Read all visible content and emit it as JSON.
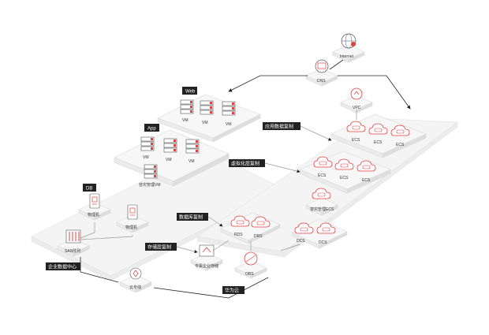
{
  "colors": {
    "accent": "#e2403d",
    "tag": "#222222",
    "slab": "#f4f4f4"
  },
  "internet": {
    "label": "Internet",
    "icon": "globe-icon"
  },
  "dns": {
    "label": "DNS",
    "icon": "dns-icon"
  },
  "vpc": {
    "label": "VPC",
    "icon": "vpc-icon"
  },
  "web": {
    "tag": "Web",
    "vms": [
      "VM",
      "VM",
      "VM"
    ]
  },
  "app": {
    "tag": "App",
    "vms": [
      "VM",
      "VM",
      "VM"
    ],
    "mgmt": "容灾管理VM"
  },
  "db": {
    "tag": "DB",
    "servers": [
      "物理机",
      "物理机"
    ]
  },
  "san": {
    "label": "SAN阵列"
  },
  "ecs_top": [
    "ECS",
    "ECS",
    "ECS"
  ],
  "ecs_mid": [
    "ECS",
    "ECS",
    "ECS"
  ],
  "ecs_mgmt": "容灾管理ECS",
  "rds": [
    "RDS",
    "DRS"
  ],
  "dcs": [
    "DCS",
    "DCS"
  ],
  "obs": "OBS",
  "storage": "专属企业存储",
  "cloud_link": "云专线",
  "tags": {
    "app_data": "应用数据复制",
    "virt": "虚拟化层复制",
    "db_copy": "数据库复制",
    "storage_copy": "存储层复制",
    "enterprise": "企业数据中心",
    "huawei_cloud": "华为云"
  }
}
